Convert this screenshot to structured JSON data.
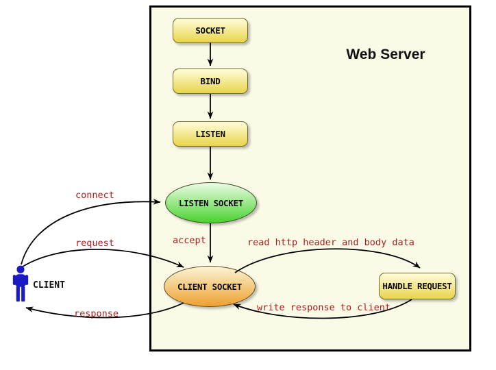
{
  "diagram": {
    "title": "Web Server",
    "actor": {
      "label": "CLIENT"
    },
    "nodes": {
      "socket": "SOCKET",
      "bind": "BIND",
      "listen": "LISTEN",
      "listen_socket": "LISTEN SOCKET",
      "client_socket": "CLIENT SOCKET",
      "handle_request": "HANDLE REQUEST"
    },
    "edge_labels": {
      "connect": "connect",
      "request": "request",
      "response": "response",
      "accept": "accept",
      "read_http": "read http header and body data",
      "write_response": "write response to client"
    }
  },
  "colors": {
    "canvas_bg": "#ffffff",
    "server_bg": "#fafae6",
    "server_border": "#000000",
    "yellow_top": "#fffddb",
    "yellow_bottom": "#e9d44a",
    "green_top": "#edfce6",
    "green_bottom": "#48d32e",
    "orange_top": "#fbf4d4",
    "orange_bottom": "#eea130",
    "edge_label": "#aa1f1f",
    "client_blue": "#1a1ac4"
  }
}
